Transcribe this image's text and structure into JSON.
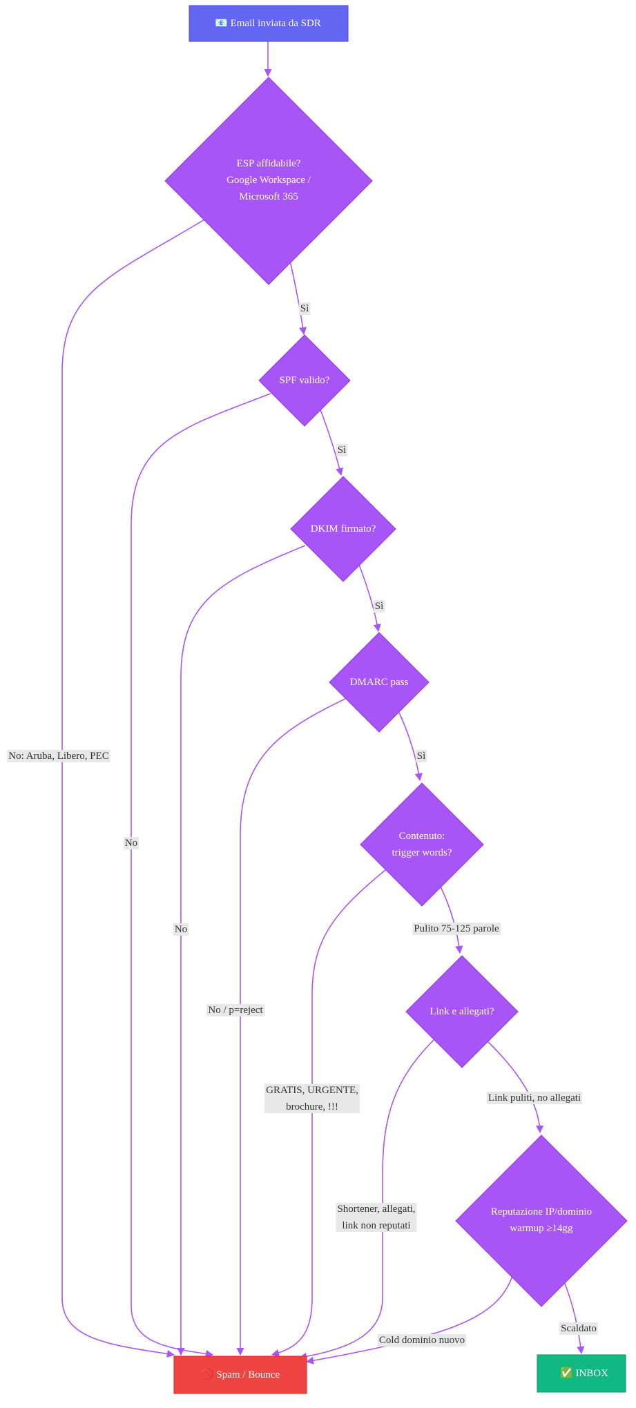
{
  "colors": {
    "start": "#6366f1",
    "decision": "#a855f7",
    "spam": "#ef4444",
    "inbox": "#10b981",
    "edge": "#a855f7",
    "label_bg": "#e8e8e8"
  },
  "nodes": {
    "start": {
      "icon": "email-icon",
      "lines": [
        "📧 Email inviata da SDR"
      ]
    },
    "esp": {
      "lines": [
        "ESP affidabile?",
        "Google Workspace /",
        "Microsoft 365"
      ]
    },
    "spf": {
      "lines": [
        "SPF valido?"
      ]
    },
    "dkim": {
      "lines": [
        "DKIM firmato?"
      ]
    },
    "dmarc": {
      "lines": [
        "DMARC pass"
      ]
    },
    "content": {
      "lines": [
        "Contenuto:",
        "trigger words?"
      ]
    },
    "links": {
      "lines": [
        "Link e allegati?"
      ]
    },
    "reputation": {
      "lines": [
        "Reputazione IP/dominio",
        "warmup ≥14gg"
      ]
    },
    "spam": {
      "icon": "no-entry-icon",
      "lines": [
        "🚫 Spam / Bounce"
      ]
    },
    "inbox": {
      "icon": "check-mark-icon",
      "lines": [
        "✅ INBOX"
      ]
    }
  },
  "edges": {
    "esp_yes": {
      "lines": [
        "Sì"
      ]
    },
    "esp_no": {
      "lines": [
        "No: Aruba, Libero, PEC"
      ]
    },
    "spf_yes": {
      "lines": [
        "Sì"
      ]
    },
    "spf_no": {
      "lines": [
        "No"
      ]
    },
    "dkim_yes": {
      "lines": [
        "Sì"
      ]
    },
    "dkim_no": {
      "lines": [
        "No"
      ]
    },
    "dmarc_yes": {
      "lines": [
        "Sì"
      ]
    },
    "dmarc_no": {
      "lines": [
        "No / p=reject"
      ]
    },
    "content_yes": {
      "lines": [
        "Pulito 75-125 parole"
      ]
    },
    "content_no": {
      "lines": [
        "GRATIS, URGENTE,",
        "brochure, !!!"
      ]
    },
    "links_yes": {
      "lines": [
        "Link puliti, no allegati"
      ]
    },
    "links_no": {
      "lines": [
        "Shortener, allegati,",
        "link non reputati"
      ]
    },
    "rep_yes": {
      "lines": [
        "Scaldato"
      ]
    },
    "rep_no": {
      "lines": [
        "Cold dominio nuovo"
      ]
    }
  }
}
